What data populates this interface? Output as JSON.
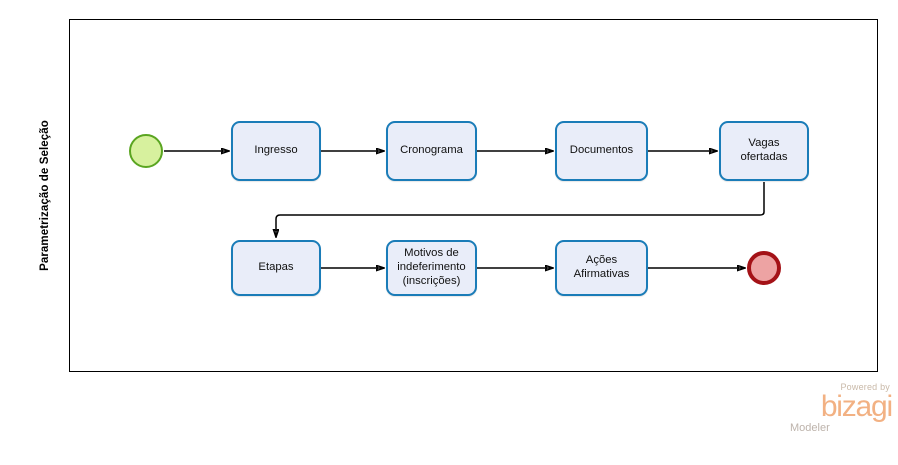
{
  "diagram": {
    "type": "bpmn-process",
    "pool": {
      "lane_label": "Parametrização de Seleção"
    },
    "events": [
      {
        "id": "start",
        "name": "start-event",
        "kind": "start",
        "fill": "#d7f19e",
        "stroke": "#5aa521"
      },
      {
        "id": "end",
        "name": "end-event",
        "kind": "end",
        "fill": "#eda3a3",
        "stroke": "#a41217"
      }
    ],
    "tasks": [
      {
        "id": "ingresso",
        "label": "Ingresso"
      },
      {
        "id": "cronograma",
        "label": "Cronograma"
      },
      {
        "id": "documentos",
        "label": "Documentos"
      },
      {
        "id": "vagas",
        "label": "Vagas\nofertadas"
      },
      {
        "id": "etapas",
        "label": "Etapas"
      },
      {
        "id": "motivos",
        "label": "Motivos de\nindeferimento\n(inscrições)"
      },
      {
        "id": "acoes",
        "label": "Ações\nAfirmativas"
      }
    ],
    "flows": [
      {
        "from": "start",
        "to": "ingresso"
      },
      {
        "from": "ingresso",
        "to": "cronograma"
      },
      {
        "from": "cronograma",
        "to": "documentos"
      },
      {
        "from": "documentos",
        "to": "vagas"
      },
      {
        "from": "vagas",
        "to": "etapas"
      },
      {
        "from": "etapas",
        "to": "motivos"
      },
      {
        "from": "motivos",
        "to": "acoes"
      },
      {
        "from": "acoes",
        "to": "end"
      }
    ],
    "colors": {
      "task_fill": "#e9edf9",
      "task_stroke": "#1a7cb8",
      "connector": "#000000",
      "pool_stroke": "#000000"
    }
  },
  "branding": {
    "powered_by": "Powered by",
    "product": "bizagi",
    "edition": "Modeler",
    "accent": "#f2b183"
  }
}
